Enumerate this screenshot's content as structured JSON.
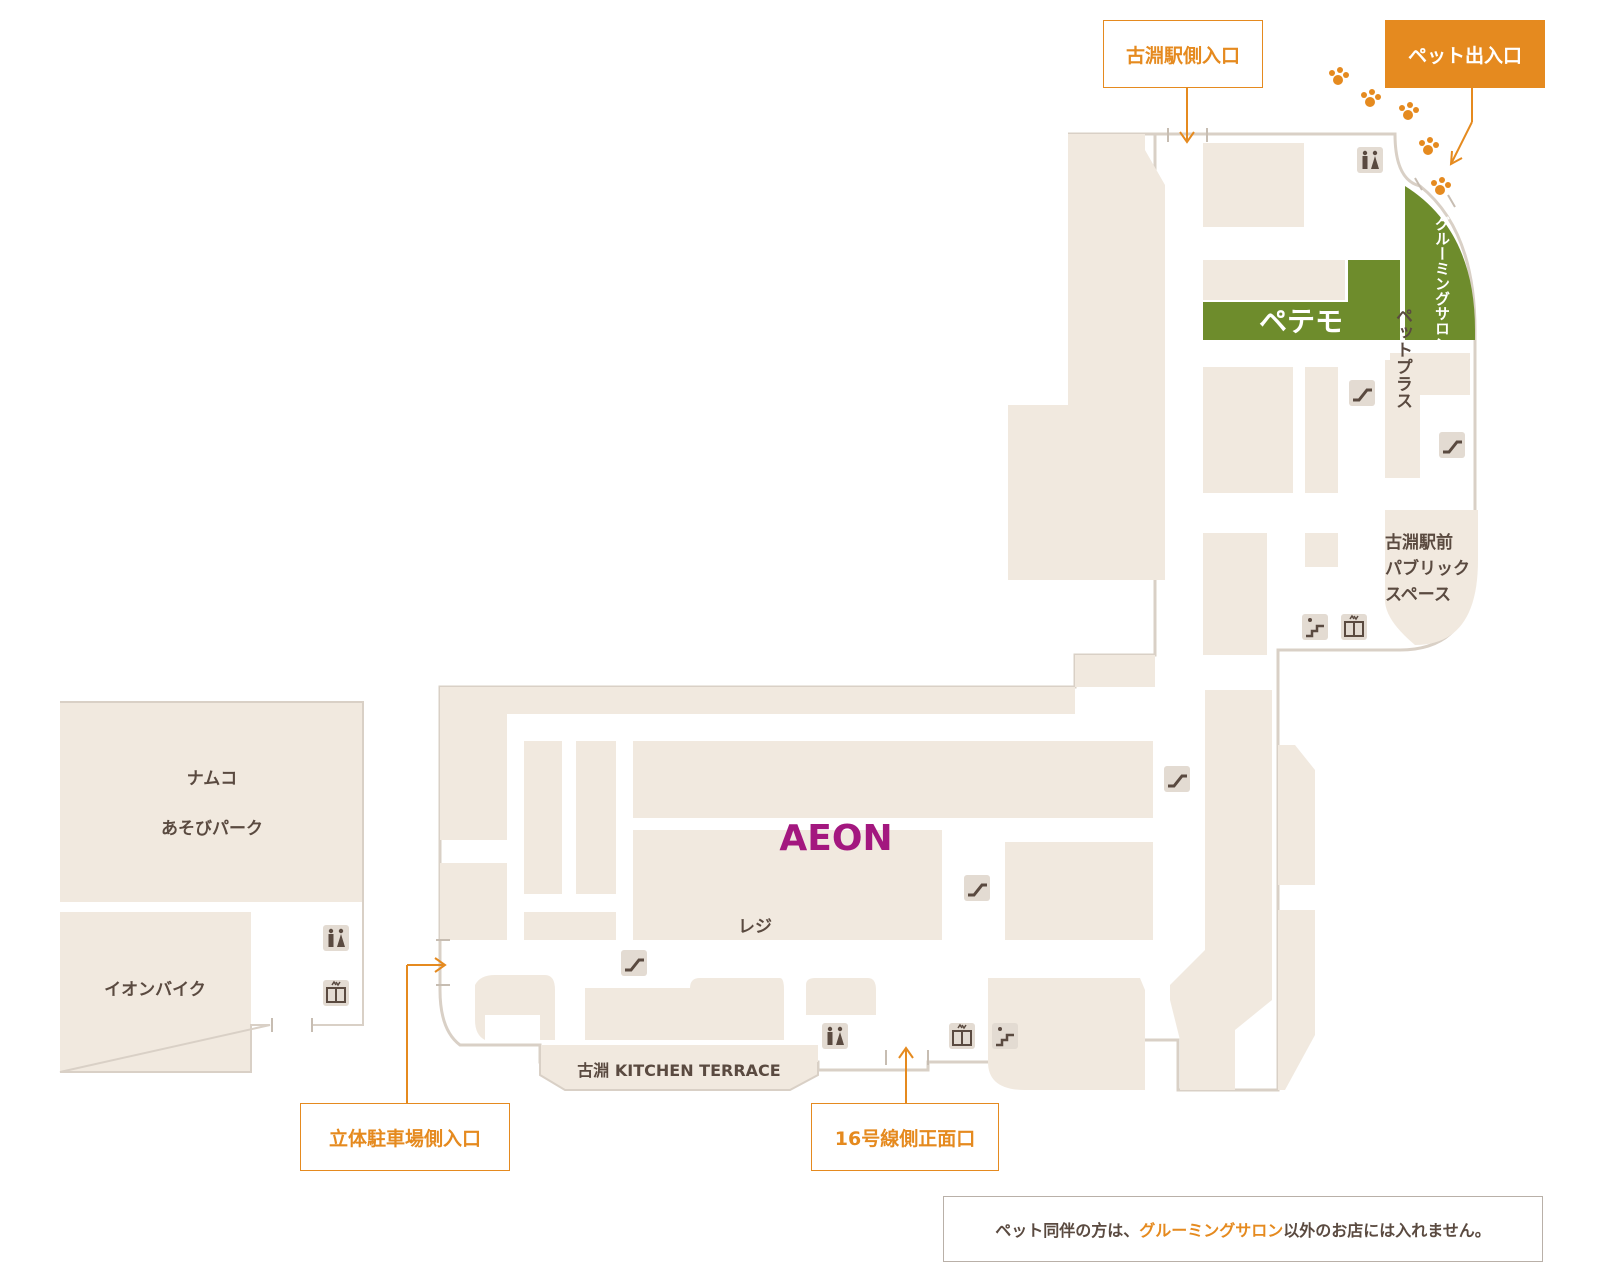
{
  "colors": {
    "floor": "#f1e9df",
    "outline": "#d9d0c6",
    "accent": "#e58a1f",
    "pet_shop": "#6e8c2c",
    "aeon": "#a3177f",
    "label": "#5a4a40",
    "icon_bg": "#e3dbd2",
    "icon_fg": "#5a4a40"
  },
  "entrances": {
    "station": "古淵駅側入口",
    "pet": "ペット出入口",
    "parking": "立体駐車場側入口",
    "route16": "16号線側正面口"
  },
  "stores": {
    "aeon": "AEON",
    "petemo": "ペテモ",
    "grooming": "グルーミングサロン",
    "petplus": "ペットプラス",
    "public_space_line1": "古淵駅前",
    "public_space_line2": "パブリック",
    "public_space_line3": "スペース",
    "namco_line1": "ナムコ",
    "namco_line2": "あそびパーク",
    "aeon_bike": "イオンバイク",
    "register": "レジ",
    "kitchen_terrace": "古淵 KITCHEN TERRACE"
  },
  "notice": {
    "prefix": "ペット同伴の方は、",
    "highlight": "グルーミングサロン",
    "suffix": "以外のお店には入れません。"
  },
  "icons": [
    {
      "name": "restroom-icon"
    },
    {
      "name": "restroom-icon"
    },
    {
      "name": "restroom-icon"
    },
    {
      "name": "escalator-icon"
    },
    {
      "name": "elevator-icon"
    },
    {
      "name": "stairs-icon"
    }
  ]
}
